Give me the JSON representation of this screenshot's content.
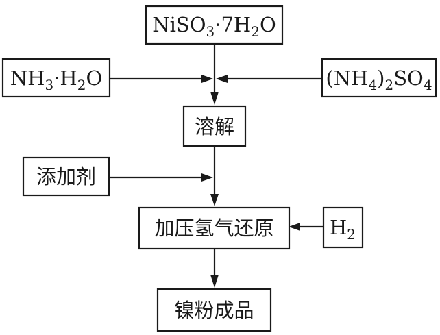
{
  "nodes": {
    "nickel_sulfite": {
      "main": "NiSO",
      "sub1": "3",
      "mid": "·7H",
      "sub2": "2",
      "tail": "O"
    },
    "ammonia_water": {
      "main": "NH",
      "sub1": "3",
      "mid": "·H",
      "sub2": "2",
      "tail": "O"
    },
    "ammonium_sulfate": {
      "pre": "(NH",
      "sub1": "4",
      "mid": ")",
      "sub2": "2",
      "main": "SO",
      "sub3": "4"
    },
    "dissolve": "溶解",
    "additive": "添加剂",
    "reduction": "加压氢气还原",
    "hydrogen": {
      "main": "H",
      "sub1": "2"
    },
    "product": "镍粉成品"
  },
  "colors": {
    "stroke": "#1a1a1a",
    "background": "#ffffff"
  }
}
